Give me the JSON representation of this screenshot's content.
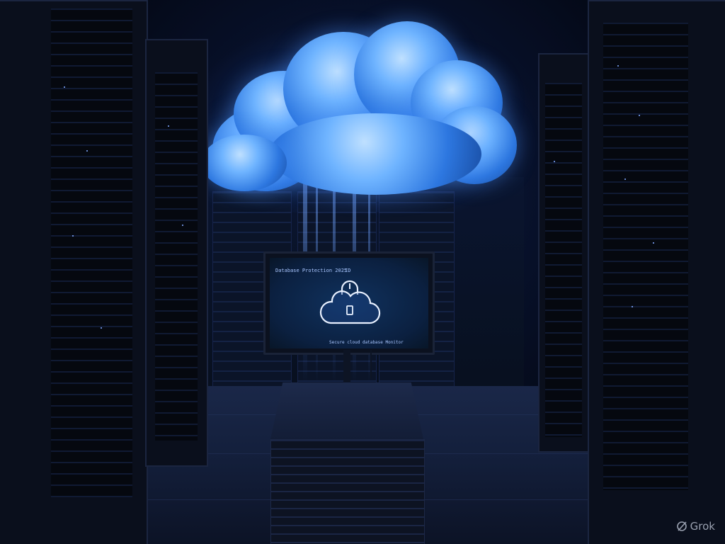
{
  "monitor": {
    "header_left": "Database Protection  2025",
    "header_right": "ID",
    "footer_text": "Secure cloud database  Monitor",
    "icon": "cloud-lock-icon"
  },
  "watermark": {
    "text": "Grok",
    "icon": "grok-logo-icon"
  },
  "colors": {
    "cloud_glow": "#6fb4ff",
    "screen_accent": "#a9c6ff",
    "background": "#05070f"
  }
}
